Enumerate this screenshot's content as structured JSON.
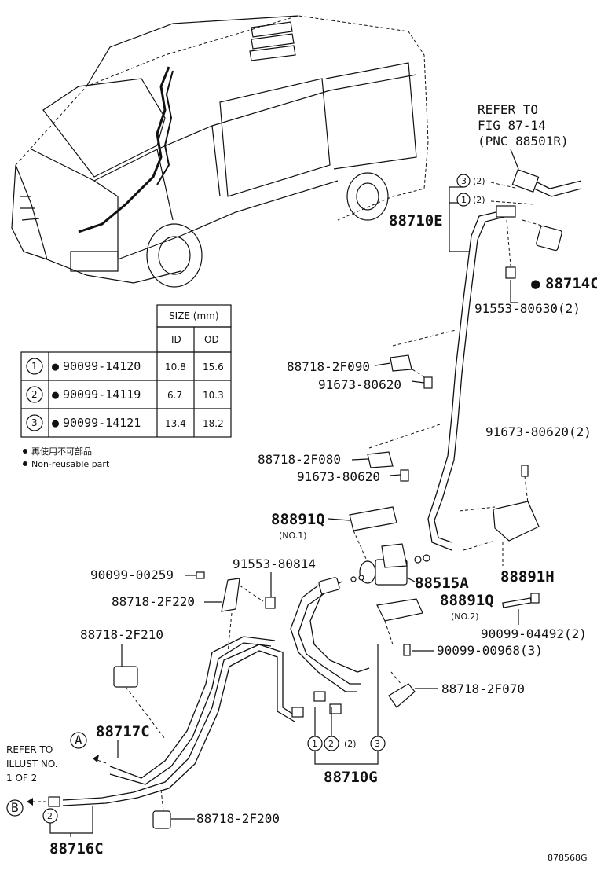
{
  "refer_fig": {
    "line1": "REFER TO",
    "line2": "FIG 87-14",
    "line3": "(PNC 88501R)"
  },
  "refer_illust": {
    "line1": "REFER TO",
    "line2": "ILLUST NO.",
    "line3": "1 OF 2"
  },
  "table": {
    "size_header": "SIZE (mm)",
    "col_id": "ID",
    "col_od": "OD",
    "rows": [
      {
        "num": "1",
        "part": "90099-14120",
        "id": "10.8",
        "od": "15.6"
      },
      {
        "num": "2",
        "part": "90099-14119",
        "id": "6.7",
        "od": "10.3"
      },
      {
        "num": "3",
        "part": "90099-14121",
        "id": "13.4",
        "od": "18.2"
      }
    ]
  },
  "legend": {
    "jp": "再使用不可部品",
    "en": "Non-reusable part"
  },
  "parts": {
    "p88710E": "88710E",
    "p88714C": "88714C",
    "p91553_80630": "91553-80630(2)",
    "p88718_2F090": "88718-2F090",
    "p91673_80620_a": "91673-80620",
    "p91673_80620_b": "91673-80620(2)",
    "p88718_2F080": "88718-2F080",
    "p91673_80620_c": "91673-80620",
    "p88891Q_1": "88891Q",
    "p88891Q_1_sub": "(NO.1)",
    "p90099_00259": "90099-00259",
    "p91553_80814": "91553-80814",
    "p88515A": "88515A",
    "p88891H": "88891H",
    "p88718_2F220": "88718-2F220",
    "p88891Q_2": "88891Q",
    "p88891Q_2_sub": "(NO.2)",
    "p90099_04492": "90099-04492(2)",
    "p88718_2F210": "88718-2F210",
    "p90099_00968": "90099-00968(3)",
    "p88718_2F070": "88718-2F070",
    "p88717C": "88717C",
    "p88710G": "88710G",
    "p88718_2F200": "88718-2F200",
    "p88716C": "88716C",
    "qty2": "(2)",
    "circle_1": "1",
    "circle_2": "2",
    "circle_3": "3",
    "letter_A": "A",
    "letter_B": "B"
  },
  "diagram_id": "878568G"
}
